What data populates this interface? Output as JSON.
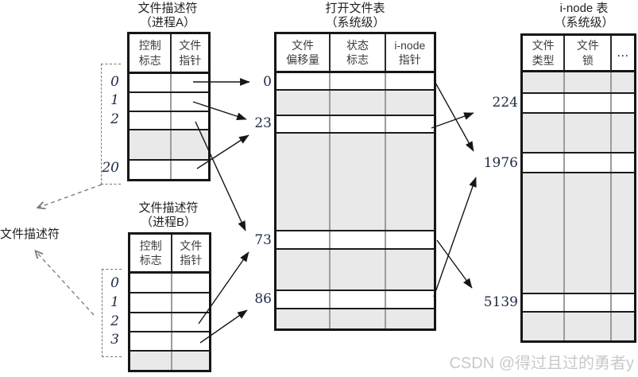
{
  "left_label": "文件描述符",
  "fd_table_a": {
    "title": "文件描述符\n（进程A）",
    "columns": [
      "控制\n标志",
      "文件\n指针"
    ],
    "row_labels": [
      "0",
      "1",
      "2",
      "20"
    ]
  },
  "fd_table_b": {
    "title": "文件描述符\n（进程B）",
    "columns": [
      "控制\n标志",
      "文件\n指针"
    ],
    "row_labels": [
      "0",
      "1",
      "2",
      "3"
    ]
  },
  "open_file_table": {
    "title": "打开文件表\n（系统级）",
    "columns": [
      "文件\n偏移量",
      "状态\n标志",
      "i-node\n指针"
    ],
    "row_labels": [
      "0",
      "23",
      "73",
      "86"
    ]
  },
  "inode_table": {
    "title": "i-node 表\n（系统级）",
    "columns": [
      "文件\n类型",
      "文件\n锁",
      "…"
    ],
    "row_labels": [
      "224",
      "1976",
      "5139"
    ]
  },
  "links": {
    "process_a_to_open_file": [
      {
        "fd": "0",
        "open_file": "0"
      },
      {
        "fd": "1",
        "open_file": "23"
      },
      {
        "fd": "2",
        "open_file": "73"
      },
      {
        "fd": "20",
        "open_file": "23"
      }
    ],
    "process_b_to_open_file": [
      {
        "fd": "2",
        "open_file": "73"
      },
      {
        "fd": "3",
        "open_file": "86"
      }
    ],
    "open_file_to_inode": [
      {
        "open_file": "0",
        "inode": "1976"
      },
      {
        "open_file": "23",
        "inode": "224"
      },
      {
        "open_file": "73",
        "inode": "5139"
      },
      {
        "open_file": "86",
        "inode": "1976"
      }
    ]
  },
  "colors": {
    "row_shade": "#e9e9e9",
    "number_text": "#1f2a44",
    "watermark_text": "#c9c9c9"
  },
  "watermark": "CSDN @得过且过的勇者y"
}
